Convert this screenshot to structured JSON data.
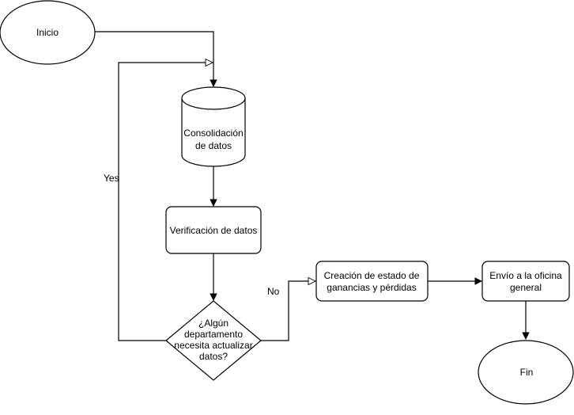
{
  "colors": {
    "stroke": "#000000",
    "fill": "#ffffff",
    "text": "#000000"
  },
  "nodes": {
    "inicio": {
      "label": "Inicio"
    },
    "consolidacion": {
      "line1": "Consolidación",
      "line2": "de datos"
    },
    "verificacion": {
      "label": "Verificación de datos"
    },
    "decision": {
      "line1": "¿Algún",
      "line2": "departamento",
      "line3": "necesita actualizar",
      "line4": "datos?"
    },
    "creacion": {
      "line1": "Creación de estado de",
      "line2": "ganancias y pérdidas"
    },
    "envio": {
      "line1": "Envío a la oficina",
      "line2": "general"
    },
    "fin": {
      "label": "Fin"
    }
  },
  "edges": {
    "yes_label": "Yes",
    "no_label": "No"
  }
}
